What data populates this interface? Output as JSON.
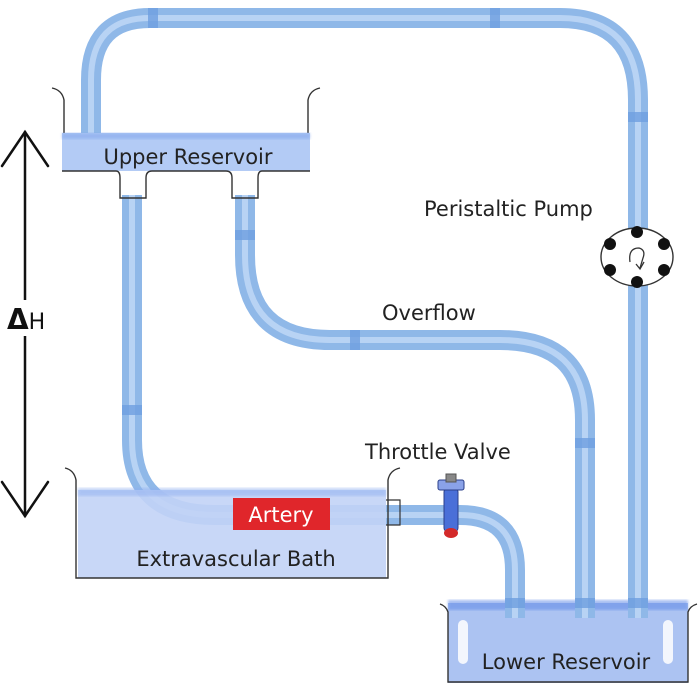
{
  "labels": {
    "upper_reservoir": "Upper Reservoir",
    "peristaltic_pump": "Peristaltic Pump",
    "overflow": "Overflow",
    "throttle_valve": "Throttle Valve",
    "artery": "Artery",
    "extravascular_bath": "Extravascular Bath",
    "lower_reservoir": "Lower Reservoir",
    "delta_symbol": "Δ",
    "height_letter": "H"
  },
  "colors": {
    "tube": "#8fb8e8",
    "tube_highlight": "#c9defa",
    "tube_joint": "#6e9fe0",
    "reservoir_fill": "#b9cff7",
    "bath_fill": "#c2d3f6",
    "artery": "#e0262b",
    "artery_text": "#ffffff",
    "outline": "#333333",
    "valve": "#4a6fd8",
    "valve_cap": "#d32a2a"
  },
  "icons": {
    "height_arrow": "double-headed-vertical-arrow",
    "pump": "peristaltic-pump-rotor-icon",
    "valve": "throttle-valve-icon"
  }
}
